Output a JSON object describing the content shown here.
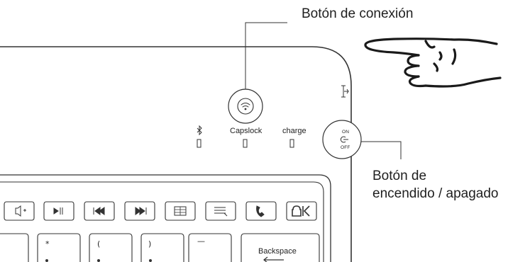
{
  "callouts": {
    "connect_button": "Botón de conexión",
    "power_button_line1": "Botón de",
    "power_button_line2": "encendido / apagado"
  },
  "indicators": {
    "capslock": "Capslock",
    "charge": "charge"
  },
  "power_switch": {
    "on": "ON",
    "off": "OFF"
  },
  "keys": {
    "asterisk": "*",
    "paren_open": "(",
    "paren_close": ")",
    "minus": "—",
    "backspace": "Backspace"
  },
  "icons": {
    "connect": "wifi-signal-icon",
    "bluetooth": "bluetooth-icon",
    "usb": "usb-port-icon",
    "pointing_hand": "pointing-hand-icon",
    "power": "power-icon"
  }
}
